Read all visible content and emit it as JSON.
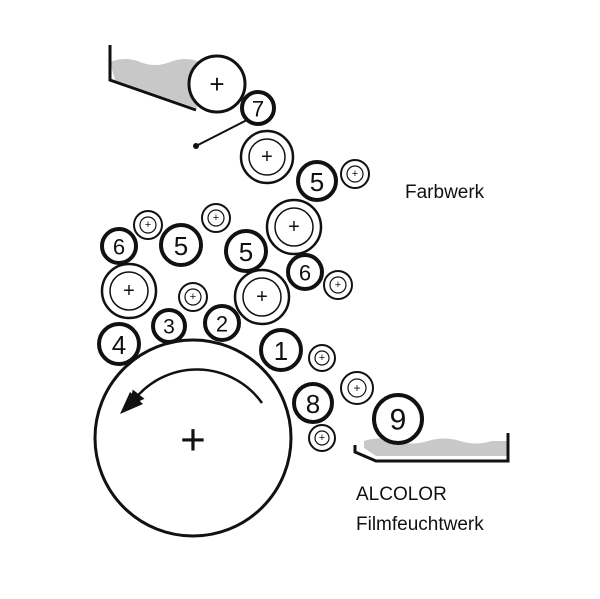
{
  "labels": {
    "inking_unit": "Farbwerk",
    "dampening_line1": "ALCOLOR",
    "dampening_line2": "Filmfeuchtwerk"
  },
  "roller_numbers": {
    "r7": "7",
    "r5_top": "5",
    "r6_left": "6",
    "r5_mid_left": "5",
    "r5_mid_right": "5",
    "r6_right": "6",
    "r4": "4",
    "r3": "3",
    "r2": "2",
    "r1": "1",
    "r8": "8",
    "r9": "9"
  },
  "symbols": {
    "plus": "+"
  },
  "colors": {
    "line": "#111111",
    "fluid": "#c8c8c8",
    "background": "#ffffff"
  }
}
